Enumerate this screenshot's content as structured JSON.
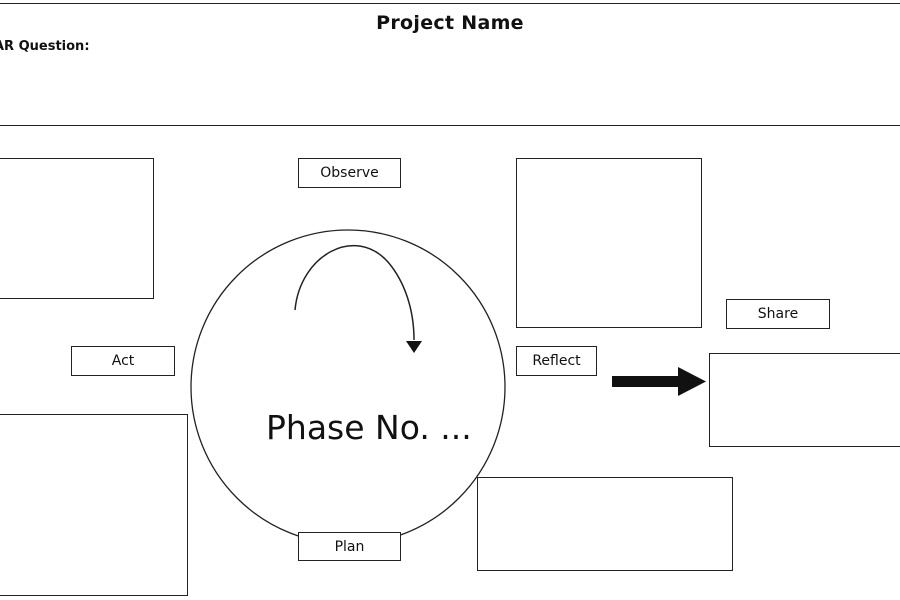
{
  "header": {
    "title": "Project Name",
    "question_label": "AR Question:"
  },
  "diagram": {
    "phase_text": "Phase No. ...",
    "labels": {
      "observe": "Observe",
      "act": "Act",
      "reflect": "Reflect",
      "plan": "Plan",
      "share": "Share"
    },
    "colors": {
      "line": "#222222",
      "background": "#ffffff"
    },
    "icons": [
      "curved-cycle-arrow-icon",
      "right-arrow-icon"
    ]
  }
}
